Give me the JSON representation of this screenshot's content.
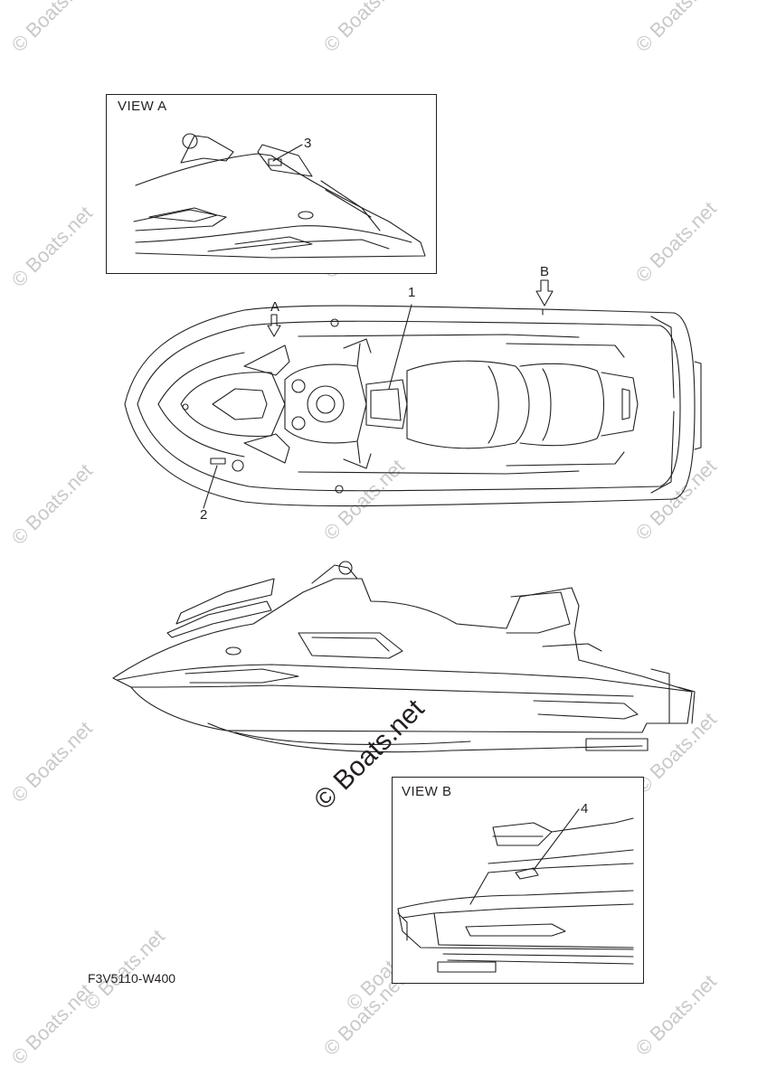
{
  "view_a": {
    "title": "VIEW A",
    "callout_3": "3"
  },
  "view_b": {
    "title": "VIEW B",
    "callout_4": "4"
  },
  "top_view": {
    "arrow_a": "A",
    "arrow_b": "B",
    "callout_1": "1",
    "callout_2": "2"
  },
  "diagram_code": "F3V5110-W400",
  "watermark": "© Boats.net",
  "icons": {
    "view_arrow": "down-arrow-icon"
  },
  "colors": {
    "line": "#231f20",
    "watermark": "#c9c9c9"
  }
}
